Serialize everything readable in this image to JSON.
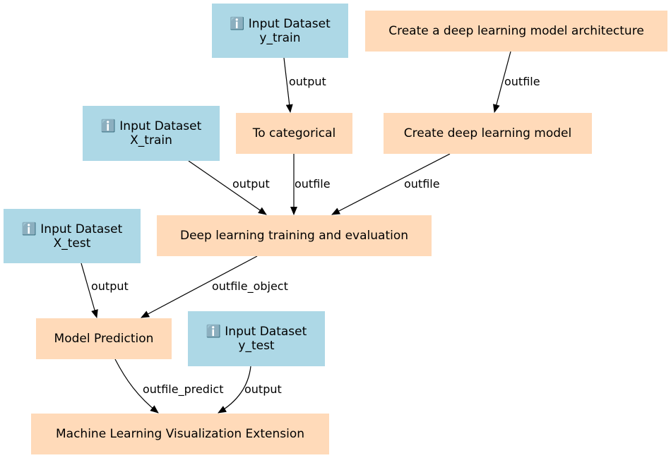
{
  "nodes": [
    {
      "id": "y_train",
      "type": "input",
      "icon": "ℹ️",
      "title": "Input Dataset",
      "subtitle": "y_train"
    },
    {
      "id": "arch",
      "type": "tool",
      "title": "Create a deep learning model architecture"
    },
    {
      "id": "X_train",
      "type": "input",
      "icon": "ℹ️",
      "title": "Input Dataset",
      "subtitle": "X_train"
    },
    {
      "id": "categorical",
      "type": "tool",
      "title": "To categorical"
    },
    {
      "id": "create_model",
      "type": "tool",
      "title": "Create deep learning model"
    },
    {
      "id": "X_test",
      "type": "input",
      "icon": "ℹ️",
      "title": "Input Dataset",
      "subtitle": "X_test"
    },
    {
      "id": "training",
      "type": "tool",
      "title": "Deep learning training and evaluation"
    },
    {
      "id": "prediction",
      "type": "tool",
      "title": "Model Prediction"
    },
    {
      "id": "y_test",
      "type": "input",
      "icon": "ℹ️",
      "title": "Input Dataset",
      "subtitle": "y_test"
    },
    {
      "id": "visualization",
      "type": "tool",
      "title": "Machine Learning Visualization Extension"
    }
  ],
  "edges": [
    {
      "from": "y_train",
      "to": "categorical",
      "label": "output"
    },
    {
      "from": "arch",
      "to": "create_model",
      "label": "outfile"
    },
    {
      "from": "X_train",
      "to": "training",
      "label": "output"
    },
    {
      "from": "categorical",
      "to": "training",
      "label": "outfile"
    },
    {
      "from": "create_model",
      "to": "training",
      "label": "outfile"
    },
    {
      "from": "X_test",
      "to": "prediction",
      "label": "output"
    },
    {
      "from": "training",
      "to": "prediction",
      "label": "outfile_object"
    },
    {
      "from": "prediction",
      "to": "visualization",
      "label": "outfile_predict"
    },
    {
      "from": "y_test",
      "to": "visualization",
      "label": "output"
    }
  ],
  "colors": {
    "input": "#add8e6",
    "tool": "#ffdab9",
    "edge": "#000000"
  }
}
